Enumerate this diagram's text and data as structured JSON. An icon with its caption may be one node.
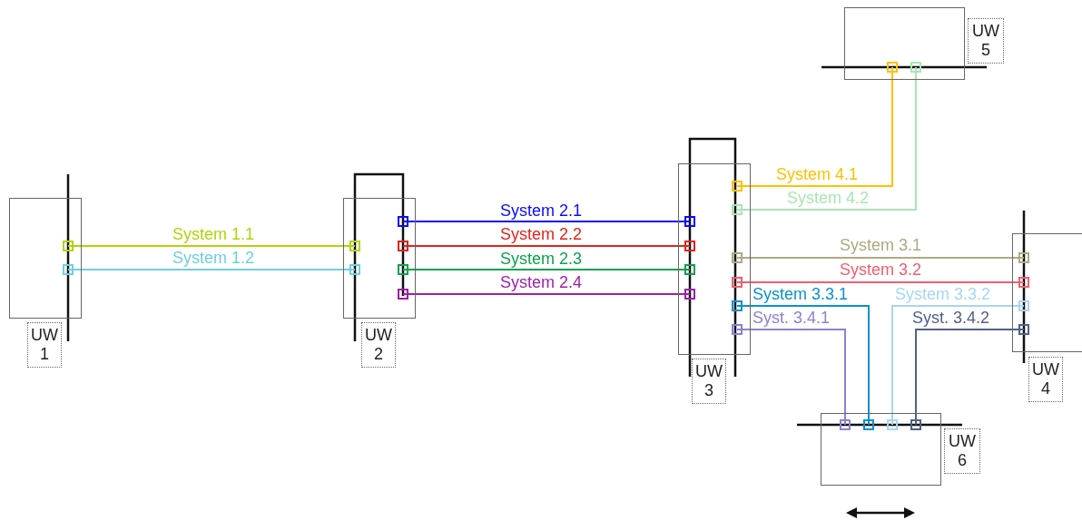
{
  "diagram": {
    "nodes": [
      {
        "text": [
          "UW 1"
        ]
      },
      {
        "text": [
          "UW 2"
        ]
      },
      {
        "text": [
          "UW 3"
        ]
      },
      {
        "text": [
          "UW 4"
        ]
      },
      {
        "text": [
          "UW 5"
        ]
      },
      {
        "text": [
          "UW 6"
        ]
      }
    ],
    "edges": [
      {
        "from": 0,
        "to": 1,
        "arrow": "other",
        "label": "System 1.1",
        "color": "#b4d20a"
      },
      {
        "from": 0,
        "to": 1,
        "arrow": "other",
        "label": "System 1.2",
        "color": "#70cfe0"
      },
      {
        "from": 1,
        "to": 2,
        "arrow": "other",
        "label": "System 2.1",
        "color": "#0a0aff"
      },
      {
        "from": 1,
        "to": 2,
        "arrow": "other",
        "label": "System 2.2",
        "color": "#e0241c"
      },
      {
        "from": 1,
        "to": 2,
        "arrow": "other",
        "label": "System 2.3",
        "color": "#10a050"
      },
      {
        "from": 1,
        "to": 2,
        "arrow": "other",
        "label": "System 2.4",
        "color": "#a020a8"
      },
      {
        "from": 2,
        "to": 4,
        "arrow": "other",
        "label": "System 4.1",
        "color": "#ffc000"
      },
      {
        "from": 2,
        "to": 4,
        "arrow": "other",
        "label": "System 4.2",
        "color": "#a8e6b4"
      },
      {
        "from": 2,
        "to": 3,
        "arrow": "other",
        "label": "System 3.1",
        "color": "#b0a882"
      },
      {
        "from": 2,
        "to": 3,
        "arrow": "other",
        "label": "System 3.2",
        "color": "#f06070"
      },
      {
        "from": 2,
        "to": 5,
        "arrow": "other",
        "label": "System 3.3.1",
        "color": "#0a90d0"
      },
      {
        "from": 3,
        "to": 5,
        "arrow": "other",
        "label": "System 3.3.2",
        "color": "#a6d6f2"
      },
      {
        "from": 2,
        "to": 5,
        "arrow": "other",
        "label": "Syst. 3.4.1",
        "color": "#9080d0"
      },
      {
        "from": 3,
        "to": 5,
        "arrow": "other",
        "label": "Syst. 3.4.2",
        "color": "#506088"
      }
    ]
  }
}
